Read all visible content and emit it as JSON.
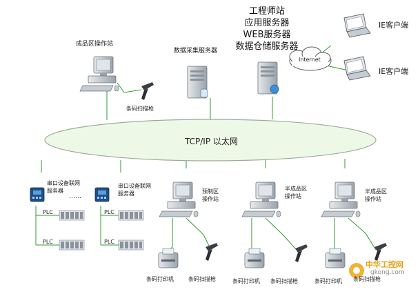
{
  "servers": {
    "title_lines": [
      "工程师站",
      "应用服务器",
      "WEB服务器",
      "数据仓储服务器"
    ]
  },
  "internet_label": "Internet",
  "clients": [
    {
      "label": "IE客户端"
    },
    {
      "label": "IE客户端"
    }
  ],
  "data_collection_server": {
    "label": "数据采集服务器"
  },
  "finished_goods_station": {
    "label": "成品区操作站"
  },
  "ethernet_label": "TCP/IP 以太网",
  "serial_servers": [
    {
      "label_lines": [
        "串口设备联网",
        "服务器"
      ]
    },
    {
      "label_lines": [
        "串口设备联网",
        "服务器"
      ]
    }
  ],
  "dots_label": "……",
  "plc_label": "PLC",
  "plc_labels": [
    "PLC",
    "PLC",
    "PLC",
    "PLC"
  ],
  "workstations": [
    {
      "label_lines": [
        "预制区",
        "操作站"
      ]
    },
    {
      "label_lines": [
        "半成品区",
        "操作站"
      ]
    },
    {
      "label_lines": [
        "半成品区",
        "操作站"
      ]
    }
  ],
  "printer_label": "条码打印机",
  "scanner_label": "条码扫描枪",
  "watermark": {
    "brand": "中华工控网",
    "url": "gkong.com"
  },
  "colors": {
    "link": "#2f9a2f",
    "ethernet": "#e4f5d7",
    "monitor": "#c9d0d6",
    "screen": "#2f7bbf"
  }
}
